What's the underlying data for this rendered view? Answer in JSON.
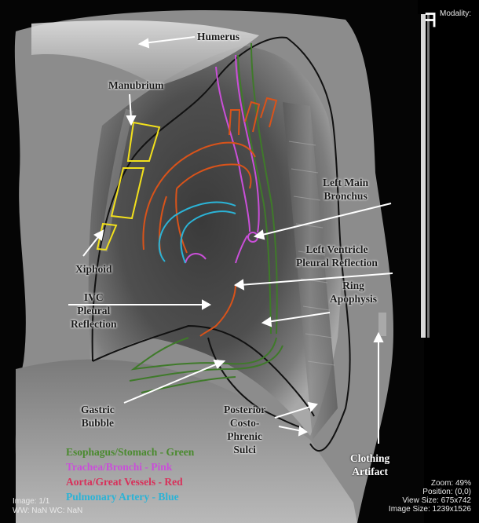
{
  "viewer": {
    "modality_label": "Modality:",
    "image_index": "Image: 1/1",
    "window_level": "WW: NaN WC: NaN",
    "zoom": "Zoom: 49%",
    "position": "Position: (0,0)",
    "view_size": "View Size: 675x742",
    "image_size": "Image Size: 1239x1526"
  },
  "labels": {
    "humerus": "Humerus",
    "manubrium": "Manubrium",
    "xiphoid": "Xiphoid",
    "left_main_bronchus_1": "Left Main",
    "left_main_bronchus_2": "Bronchus",
    "lv_pleural_1": "Left Ventricle",
    "lv_pleural_2": "Pleural Reflection",
    "ring_1": "Ring",
    "ring_2": "Apophysis",
    "ivc_1": "IVC",
    "ivc_2": "Pleural",
    "ivc_3": "Reflection",
    "gastric_1": "Gastric",
    "gastric_2": "Bubble",
    "posterior_1": "Posterior",
    "posterior_2": "Costo-",
    "posterior_3": "Phrenic",
    "posterior_4": "Sulci",
    "clothing_1": "Clothing",
    "clothing_2": "Artifact"
  },
  "legend": {
    "esophagus": "Esophagus/Stomach - Green",
    "trachea": "Trachea/Bronchi - Pink",
    "aorta": "Aorta/Great Vessels - Red",
    "pulmonary": "Pulmonary Artery - Blue"
  },
  "colors": {
    "green": "#3f7a2a",
    "pink": "#c94fd8",
    "red": "#d9531a",
    "blue": "#2bb3d6",
    "yellow": "#f2e01c"
  }
}
